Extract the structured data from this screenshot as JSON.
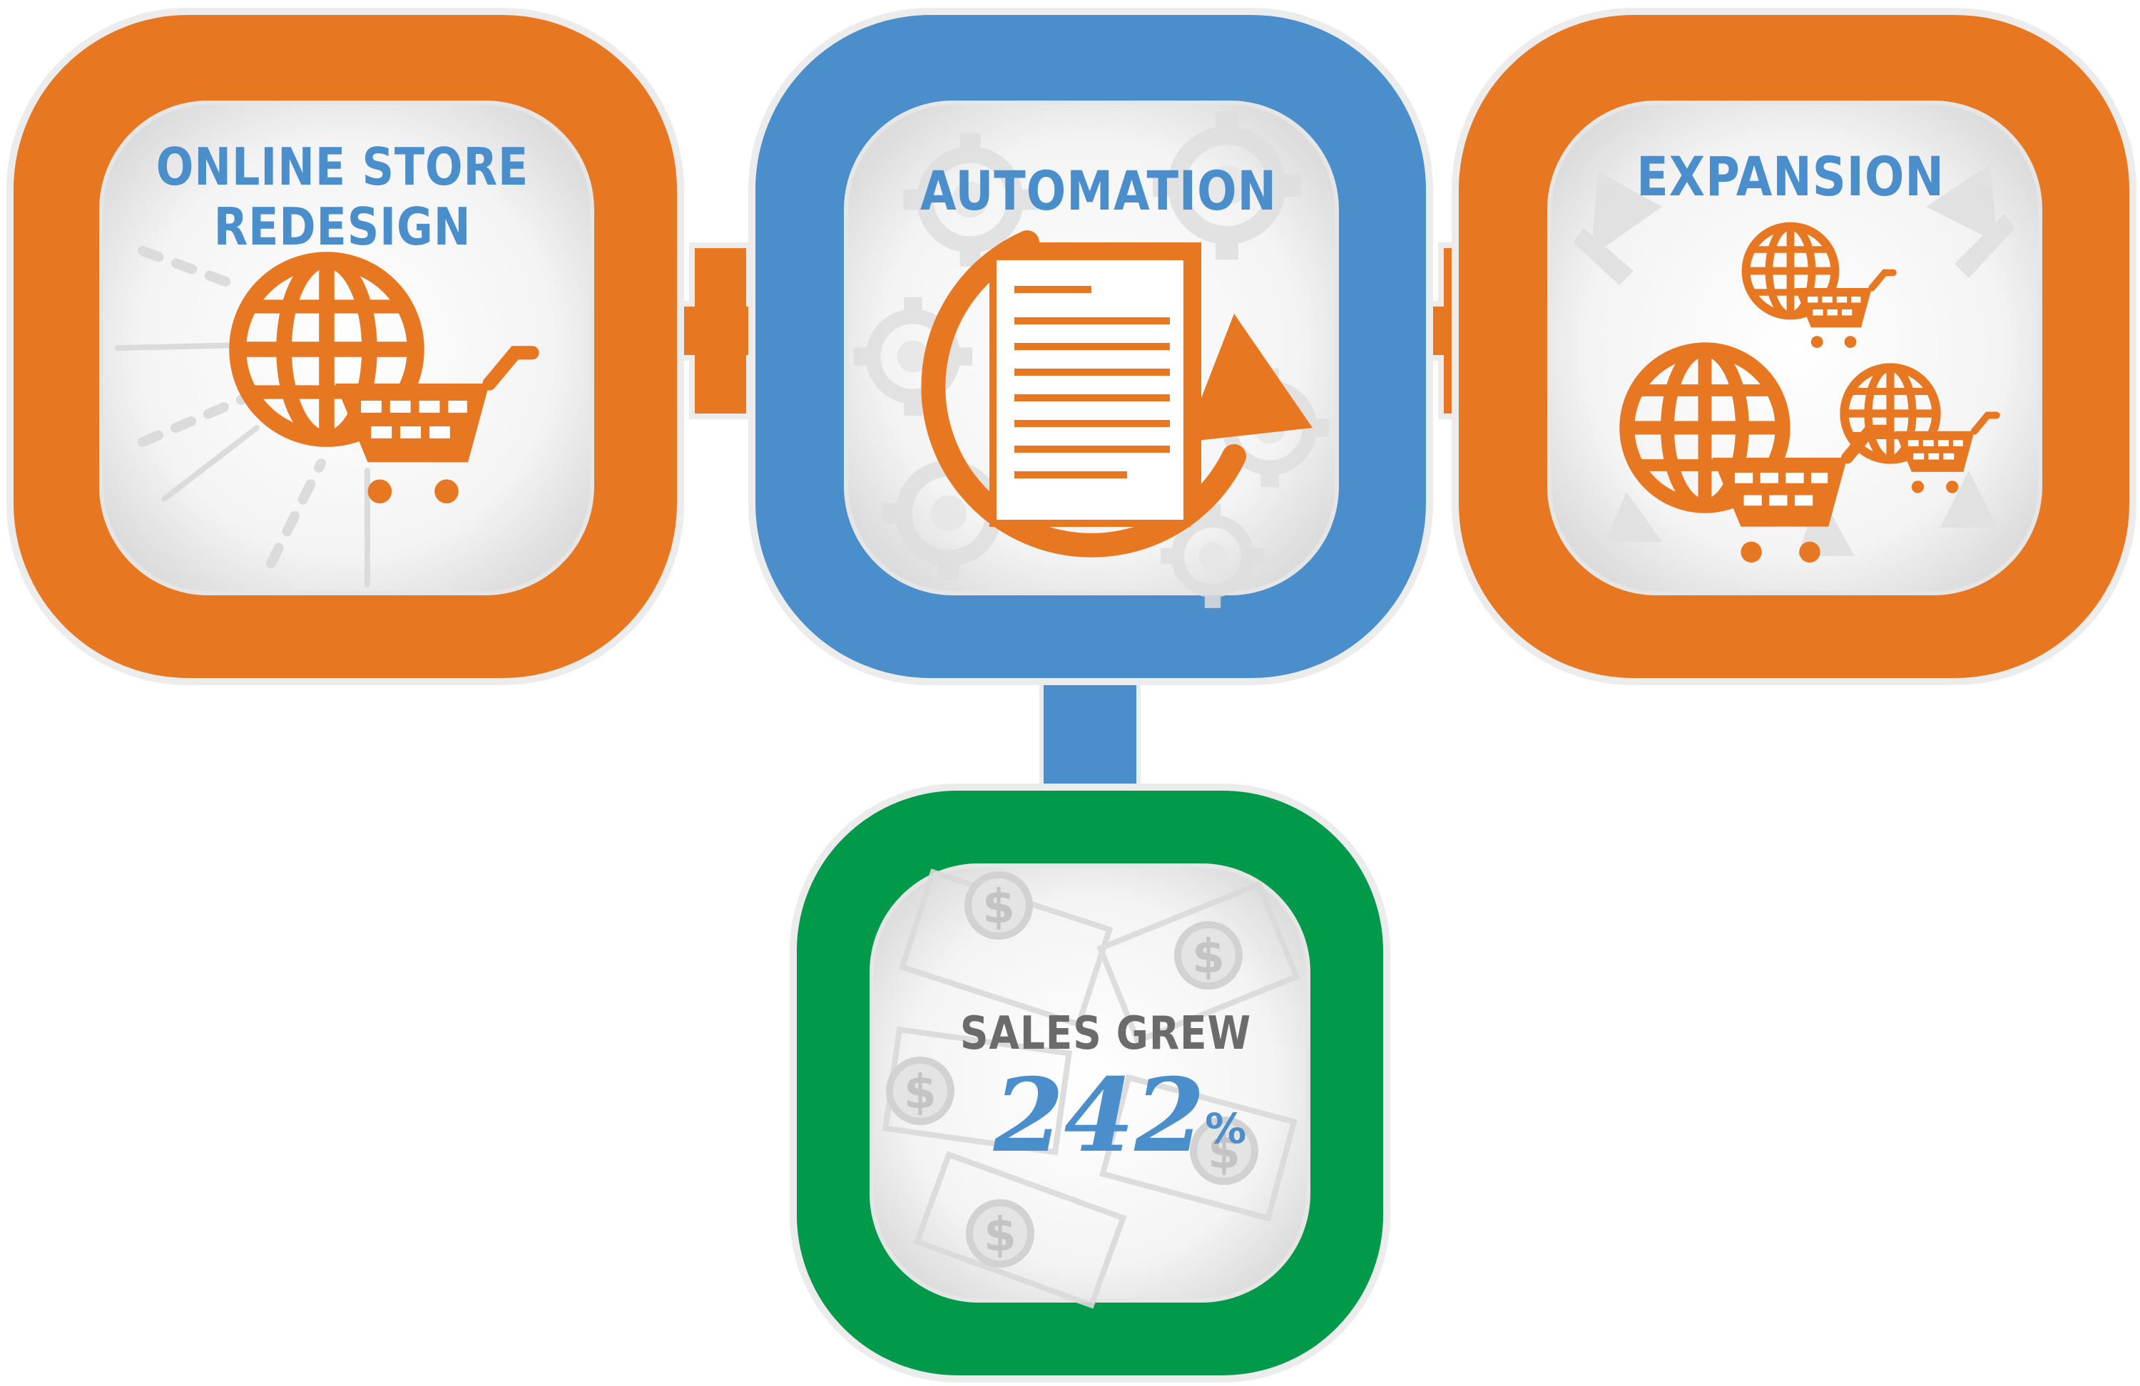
{
  "steps": [
    {
      "id": "online-store-redesign",
      "label_lines": [
        "ONLINE STORE",
        "REDESIGN"
      ],
      "icon": "globe-cart-icon",
      "frame_color": "#e87722"
    },
    {
      "id": "automation",
      "label_lines": [
        "AUTOMATION"
      ],
      "icon": "document-cycle-icon",
      "frame_color": "#4a8ecb"
    },
    {
      "id": "expansion",
      "label_lines": [
        "EXPANSION"
      ],
      "icon": "multiple-globe-cart-icon",
      "frame_color": "#e87722"
    }
  ],
  "connectors": [
    "plus-icon",
    "plus-icon",
    "down-arrow-icon"
  ],
  "result": {
    "label": "SALES GREW",
    "value": "242",
    "unit": "%",
    "icon": "dollar-coin-icon",
    "frame_color": "#009a4a"
  },
  "colors": {
    "orange": "#e87722",
    "blue": "#4a8ecb",
    "green": "#009a4a",
    "label_blue": "#4a8ecb",
    "label_gray": "#6b6b6b",
    "panel_background": "#f2f2f2"
  }
}
